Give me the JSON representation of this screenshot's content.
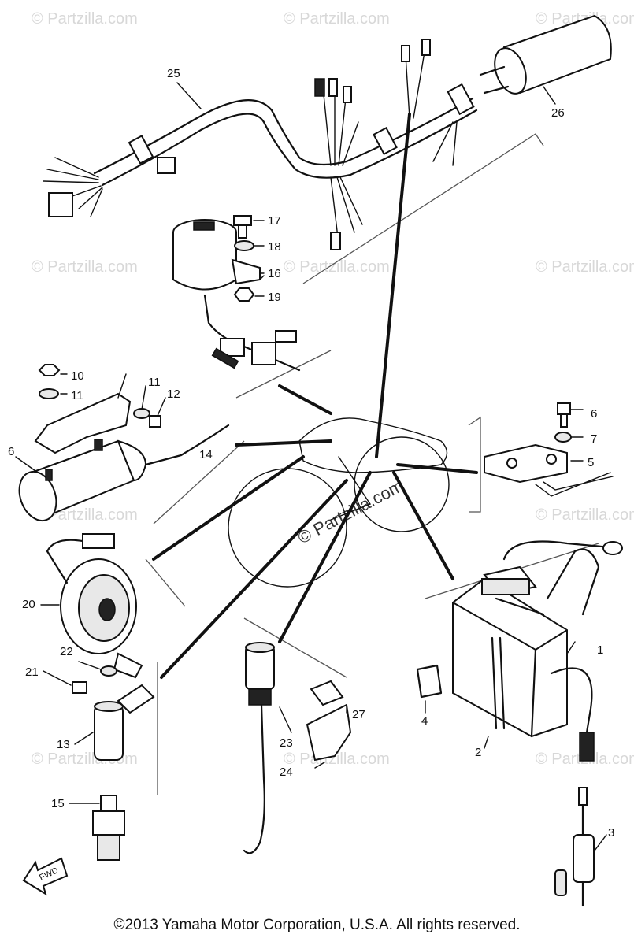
{
  "diagram": {
    "watermarks": {
      "text": "© Partzilla.com",
      "center_text": "© Partzilla.com"
    },
    "callouts": {
      "c1": "1",
      "c2": "2",
      "c3": "3",
      "c4": "4",
      "c5": "5",
      "c6a": "6",
      "c6b": "6",
      "c7": "7",
      "c10": "10",
      "c11a": "11",
      "c11b": "11",
      "c12": "12",
      "c13": "13",
      "c14": "14",
      "c15": "15",
      "c16": "16",
      "c17": "17",
      "c18": "18",
      "c19": "19",
      "c20": "20",
      "c21": "21",
      "c22": "22",
      "c23": "23",
      "c24": "24",
      "c25": "25",
      "c26": "26",
      "c27": "27"
    },
    "fwd_label": "FWD",
    "copyright": "©2013  Yamaha Motor Corporation, U.S.A. All rights reserved."
  }
}
